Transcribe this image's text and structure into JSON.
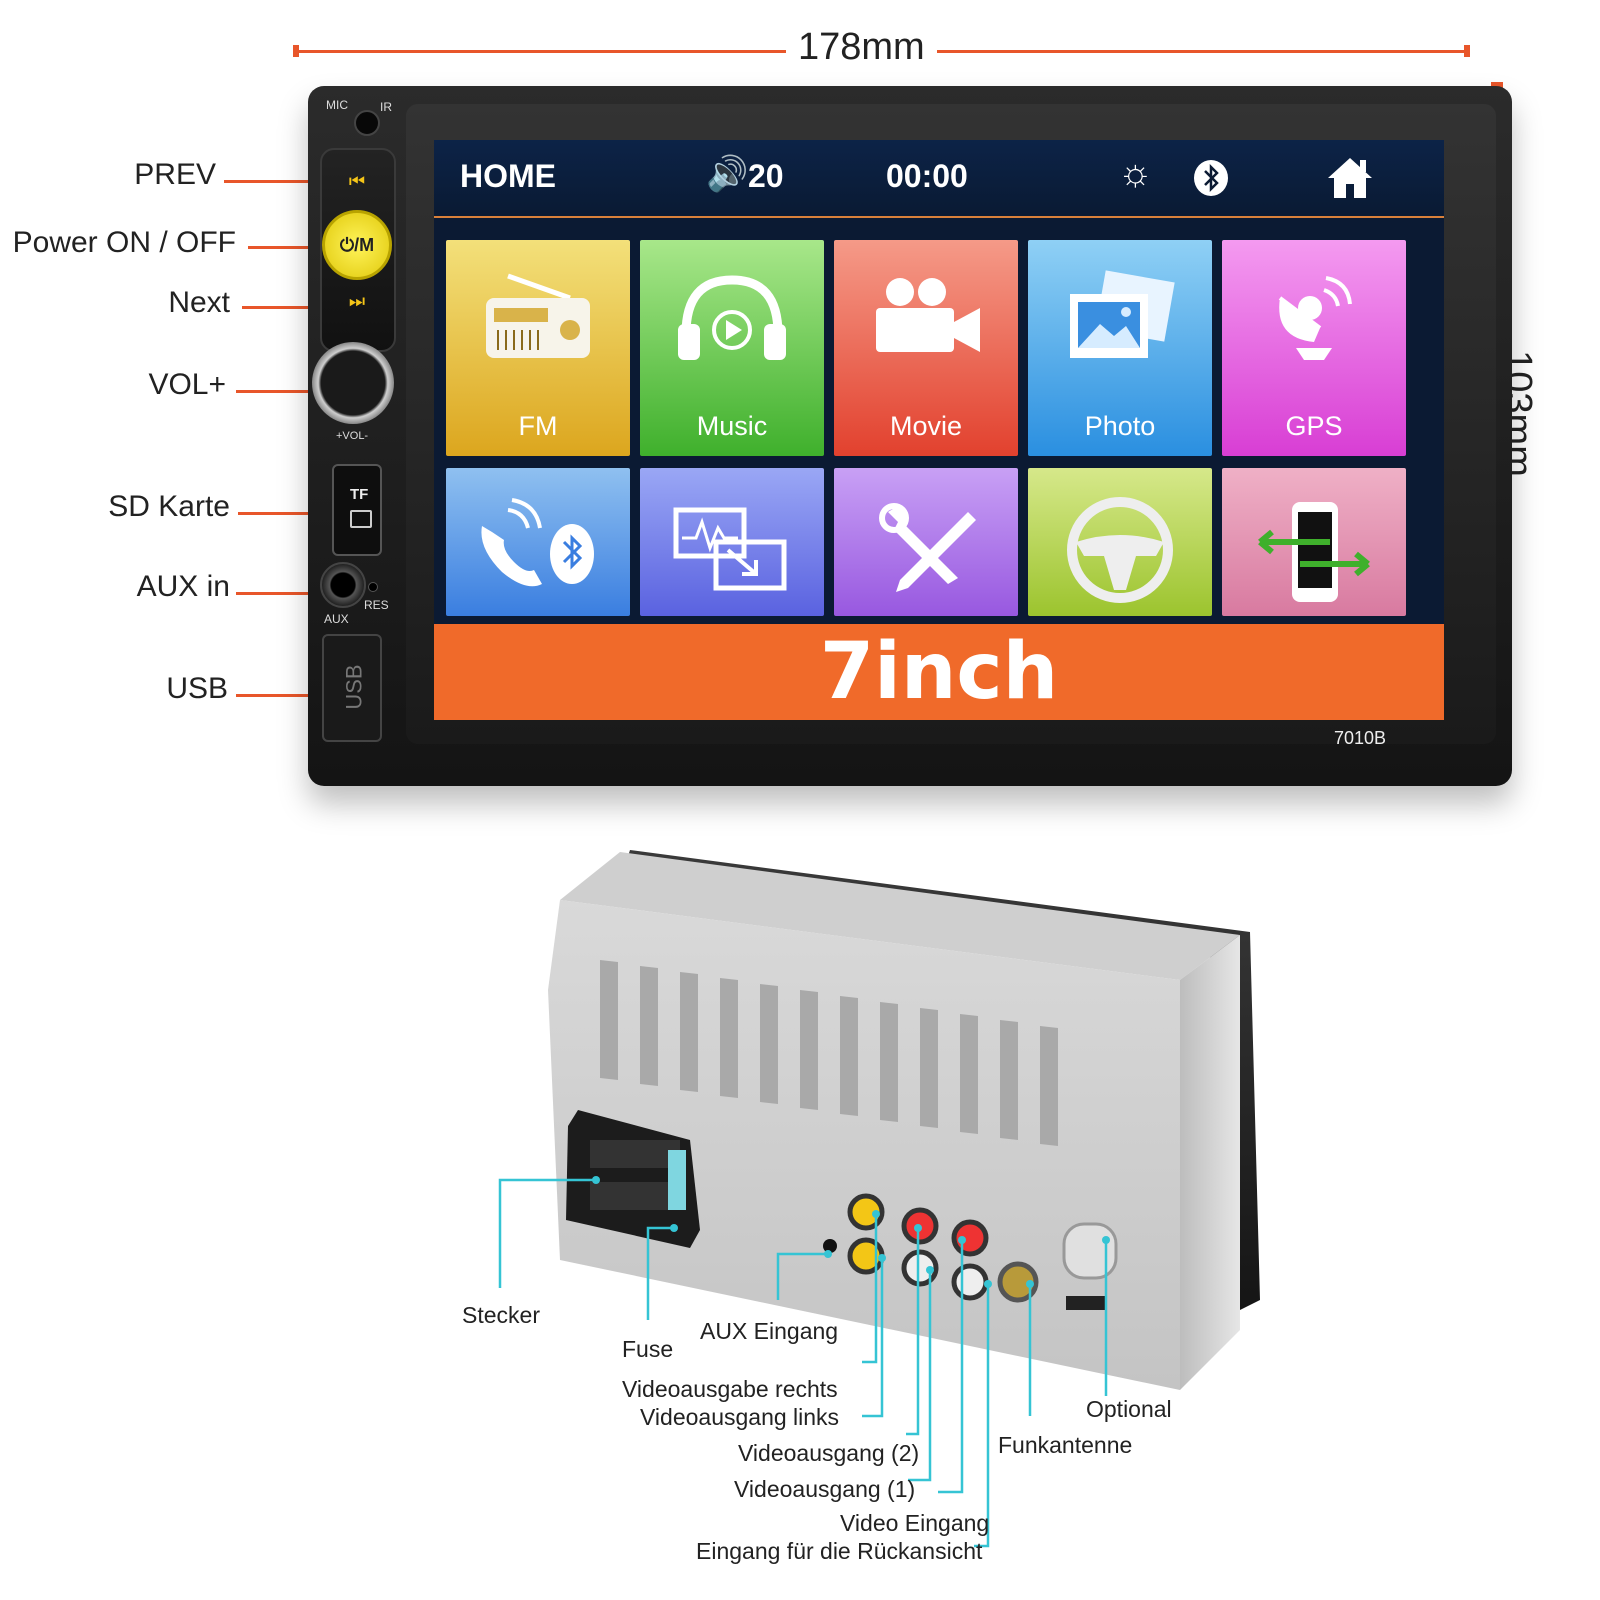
{
  "dimensions": {
    "width": "178mm",
    "height": "103mm"
  },
  "front_panel": {
    "mic": "MIC",
    "ir": "IR",
    "power_button_text": "⏻/M",
    "vol_ring": "+VOL-",
    "tf": "TF",
    "aux": "AUX",
    "res": "RES",
    "usb": "USB",
    "model": "7010B"
  },
  "front_labels": {
    "prev": "PREV",
    "power": "Power  ON / OFF",
    "next": "Next",
    "vol": "VOL+",
    "sd": "SD Karte",
    "aux": "AUX in",
    "usb": "USB"
  },
  "screen": {
    "home": "HOME",
    "volume": "20",
    "time": "00:00",
    "banner": "7inch",
    "tiles_row1": [
      {
        "label": "FM",
        "icon": "radio-icon",
        "color_top": "#f3e07a",
        "color_bottom": "#dca61e"
      },
      {
        "label": "Music",
        "icon": "headphones-icon",
        "color_top": "#a8e78a",
        "color_bottom": "#3fb02c"
      },
      {
        "label": "Movie",
        "icon": "movie-camera-icon",
        "color_top": "#f59a88",
        "color_bottom": "#e2412e"
      },
      {
        "label": "Photo",
        "icon": "photo-icon",
        "color_top": "#8fd0f5",
        "color_bottom": "#2a8fe0"
      },
      {
        "label": "GPS",
        "icon": "satellite-dish-icon",
        "color_top": "#f49af0",
        "color_bottom": "#d83ed4"
      }
    ],
    "tiles_row2": [
      {
        "icon": "bluetooth-phone-icon",
        "color_top": "#8fc0f0",
        "color_bottom": "#3a7ee0"
      },
      {
        "icon": "mirror-link-icon",
        "color_top": "#9aa7f5",
        "color_bottom": "#5a62e0"
      },
      {
        "icon": "tools-icon",
        "color_top": "#c8a0f5",
        "color_bottom": "#9858e0"
      },
      {
        "icon": "steering-wheel-icon",
        "color_top": "#d6e88a",
        "color_bottom": "#9cc42e"
      },
      {
        "icon": "phone-sync-icon",
        "color_top": "#efb0c6",
        "color_bottom": "#d87aa0"
      }
    ]
  },
  "back_labels": {
    "stecker": "Stecker",
    "fuse": "Fuse",
    "aux": "AUX Eingang",
    "vid_right": "Videoausgabe rechts",
    "vid_left": "Videoausgang links",
    "vid2": "Videoausgang (2)",
    "vid1": "Videoausgang (1)",
    "video_in": "Video Eingang",
    "rear": "Eingang für die Rückansicht",
    "optional": "Optional",
    "antenna": "Funkantenne"
  },
  "colors": {
    "leader_front": "#e8562a",
    "leader_back": "#35c4d4",
    "banner": "#f06a2a",
    "power_button": "#f5e020"
  }
}
